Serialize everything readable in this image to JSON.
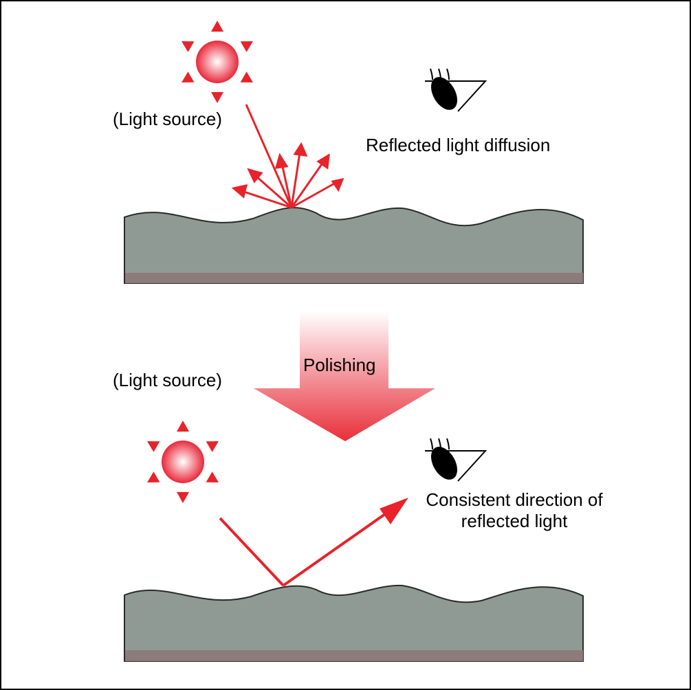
{
  "top_panel": {
    "light_source_label": "(Light source)",
    "reflection_label": "Reflected light diffusion"
  },
  "process": {
    "label": "Polishing"
  },
  "bottom_panel": {
    "light_source_label": "(Light source)",
    "reflection_label_line1": "Consistent direction of",
    "reflection_label_line2": "reflected light"
  },
  "icons": {
    "light_source": "sun-icon",
    "observer": "eye-icon"
  },
  "colors": {
    "light_ray": "#e8232a",
    "surface": "#909a94",
    "surface_base": "#8d7b7b",
    "arrow_light": "#fde4e6",
    "arrow_dark": "#e8303a"
  }
}
